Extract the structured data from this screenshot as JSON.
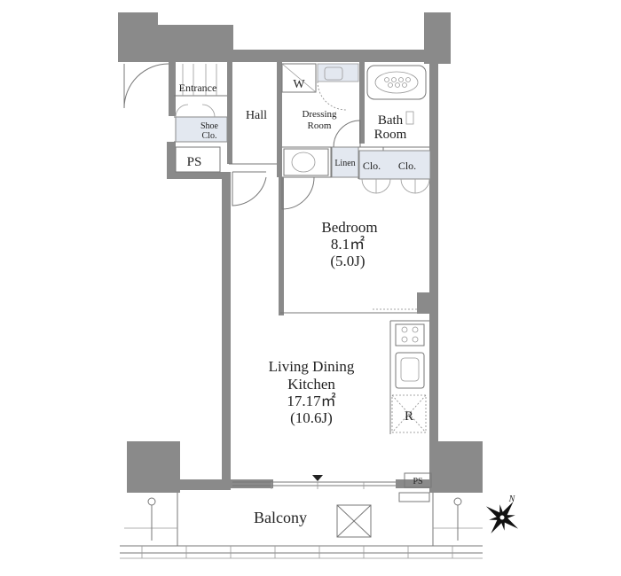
{
  "rooms": {
    "entrance": "Entrance",
    "shoe_closet": [
      "Shoe",
      "Clo."
    ],
    "ps_top": "PS",
    "hall": "Hall",
    "wardrobe": "W",
    "dressing_room": [
      "Dressing",
      "Room"
    ],
    "bath_room": [
      "Bath",
      "Room"
    ],
    "linen": "Linen",
    "closet_1": "Clo.",
    "closet_2": "Clo.",
    "bedroom": {
      "name": "Bedroom",
      "area": "8.1㎡",
      "jo": "(5.0J)"
    },
    "ldk": {
      "name_line1": "Living Dining",
      "name_line2": "Kitchen",
      "area": "17.17㎡",
      "jo": "(10.6J)"
    },
    "refrigerator": "R",
    "ps_bottom": "PS",
    "balcony": "Balcony"
  },
  "compass": {
    "north_label": "N"
  },
  "colors": {
    "wall": "#8a8a8a",
    "closet_fill": "#e3e8f0",
    "line": "#777777"
  }
}
